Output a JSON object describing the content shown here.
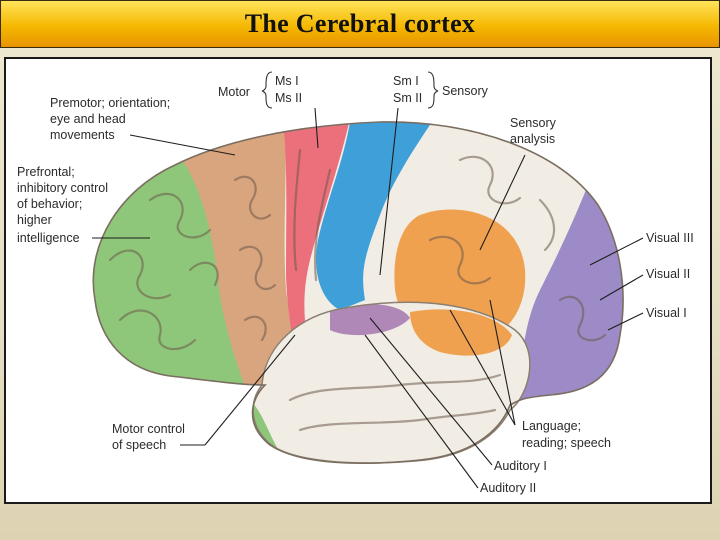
{
  "title": "The Cerebral cortex",
  "labels": {
    "premotor": [
      "Premotor; orientation;",
      "eye and head",
      "movements"
    ],
    "motor": "Motor",
    "ms1": "Ms I",
    "ms2": "Ms II",
    "sm1": "Sm I",
    "sm2": "Sm II",
    "sensory": "Sensory",
    "sensory_analysis": [
      "Sensory",
      "analysis"
    ],
    "prefrontal": [
      "Prefrontal;",
      "inhibitory control",
      "of behavior;",
      "higher",
      "intelligence"
    ],
    "visual3": "Visual III",
    "visual2": "Visual II",
    "visual1": "Visual I",
    "motor_speech": [
      "Motor control",
      "of speech"
    ],
    "language": [
      "Language;",
      "reading; speech"
    ],
    "auditory1": "Auditory I",
    "auditory2": "Auditory II"
  },
  "colors": {
    "prefrontal": "#8fc77a",
    "premotor": "#d9a57e",
    "motor": "#ec6f7c",
    "sensory": "#3f9fd8",
    "association": "#f2ede4",
    "language": "#efa150",
    "visual": "#9c8bc6",
    "auditory": "#b088b8",
    "title_bar": "#f5b800"
  }
}
